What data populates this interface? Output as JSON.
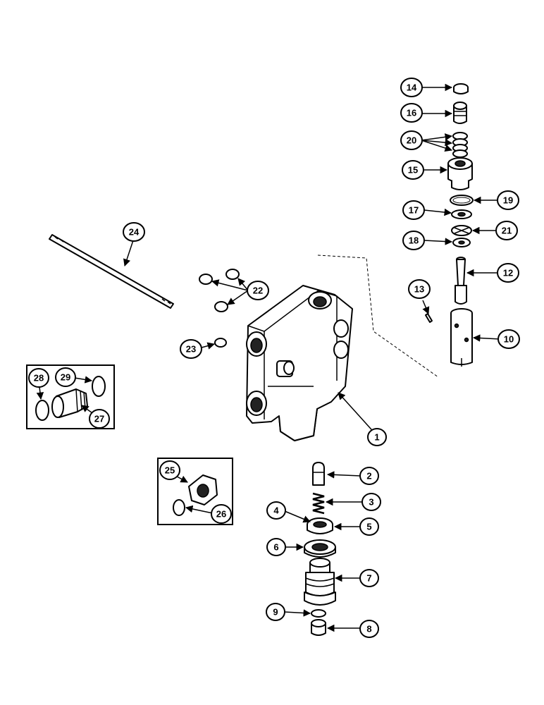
{
  "callouts": {
    "c1": "1",
    "c2": "2",
    "c3": "3",
    "c4": "4",
    "c5": "5",
    "c6": "6",
    "c7": "7",
    "c8": "8",
    "c9": "9",
    "c10": "10",
    "c12": "12",
    "c13": "13",
    "c14": "14",
    "c15": "15",
    "c16": "16",
    "c17": "17",
    "c18": "18",
    "c19": "19",
    "c20": "20",
    "c21": "21",
    "c22": "22",
    "c23": "23",
    "c24": "24",
    "c25": "25",
    "c26": "26",
    "c27": "27",
    "c28": "28",
    "c29": "29"
  }
}
